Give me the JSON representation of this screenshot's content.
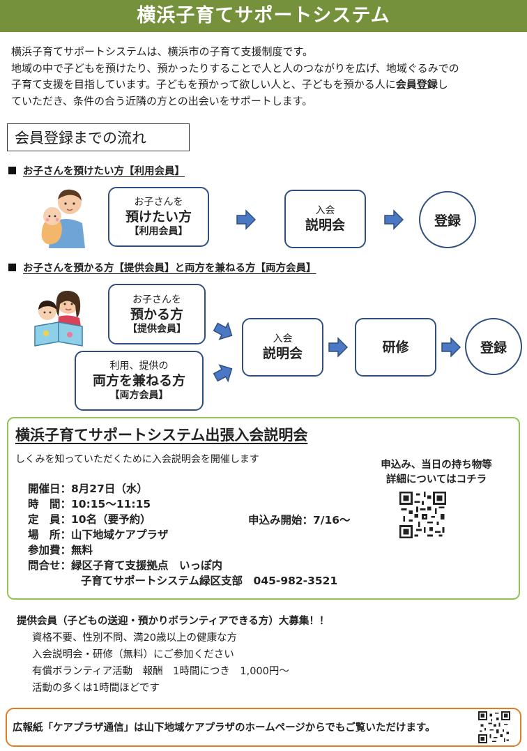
{
  "header": {
    "title": "横浜子育てサポートシステム"
  },
  "intro": {
    "line1": "横浜子育てサポートシステムは、横浜市の子育て支援制度です。",
    "line2": "地域の中で子どもを預けたり、預かったりすることで人と人のつながりを広げ、地域ぐるみでの",
    "line3a": "子育て支援を目指しています。子どもを預かって欲しい人と、子どもを預かる人に",
    "line3b": "会員登録",
    "line3c": "し",
    "line4": "ていただき、条件の合う近隣の方との出会いをサポートします。"
  },
  "flow": {
    "title": "会員登録までの流れ",
    "section1": {
      "label": "お子さんを預けたい方【利用会員】",
      "box_small": "お子さんを",
      "box_big": "預けたい方",
      "box_member": "【利用会員】",
      "seminar_small": "入会",
      "seminar_big": "説明会",
      "register": "登録"
    },
    "section2": {
      "label": "お子さんを預かる方【提供会員】と両方を兼ねる方【両方会員】",
      "provider_small": "お子さんを",
      "provider_big": "預かる方",
      "provider_member": "【提供会員】",
      "both_small": "利用、提供の",
      "both_big": "両方を兼ねる方",
      "both_member": "【両方会員】",
      "seminar_small": "入会",
      "seminar_big": "説明会",
      "training": "研修",
      "register": "登録"
    }
  },
  "seminar": {
    "title": "横浜子育てサポートシステム出張入会説明会",
    "subtitle": "しくみを知っていただくために入会説明会を開催します",
    "date": "開催日：8月27日（水）",
    "time": "時　間：10:15～11:15",
    "capacity": "定　員：10名（要予約）",
    "place": "場　所：山下地域ケアプラザ",
    "fee": "参加費：無料",
    "contact1": "問合せ：緑区子育て支援拠点　いっぽ内",
    "contact2": "子育てサポートシステム緑区支部　045-982-3521",
    "apply_start": "申込み開始：7/16～",
    "qr_note1": "申込み、当日の持ち物等",
    "qr_note2": "詳細についてはコチラ"
  },
  "recruit": {
    "title": "提供会員（子どもの送迎・預かりボランティアできる方）大募集！！",
    "line1": "資格不要、性別不問、満20歳以上の健康な方",
    "line2": "入会説明会・研修（無料）にご参加ください",
    "line3": "有償ボランティア活動　報酬　1時間につき　1,000円～",
    "line4": "活動の多くは1時間ほどです"
  },
  "footer": {
    "text": "広報紙「ケアプラザ通信」は山下地域ケアプラザのホームページからでもご覧いただけます。"
  },
  "colors": {
    "header": "#76913b",
    "box_border": "#2f4f80",
    "arrow": "#4a78c4",
    "seminar_border": "#92c353",
    "footer_border": "#e07b22"
  }
}
